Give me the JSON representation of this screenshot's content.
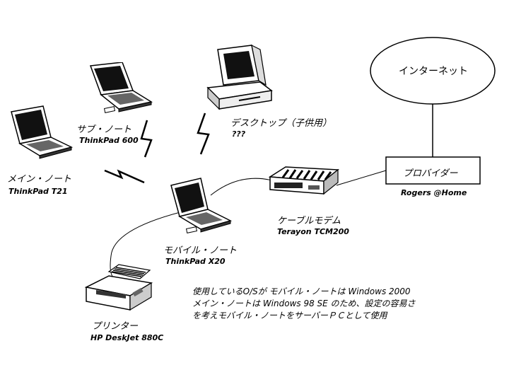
{
  "nodes": {
    "internet": {
      "label": "インターネット"
    },
    "provider": {
      "label": "プロバイダー",
      "sublabel": "Rogers @Home"
    },
    "desktop": {
      "label": "デスクトップ（子供用）",
      "sublabel": "???"
    },
    "sub_note": {
      "label": "サブ・ノート",
      "sublabel": "ThinkPad 600"
    },
    "main_note": {
      "label": "メイン・ノート",
      "sublabel": "ThinkPad T21"
    },
    "mobile_note": {
      "label": "モバイル・ノート",
      "sublabel": "ThinkPad X20"
    },
    "modem": {
      "label": "ケーブルモデム",
      "sublabel": "Terayon TCM200"
    },
    "printer": {
      "label": "プリンター",
      "sublabel": "HP DeskJet 880C"
    }
  },
  "note": {
    "lines": [
      "使用しているO/Sが モバイル・ノートは Windows 2000",
      "メイン・ノートは Windows 98 SE のため、設定の容易さ",
      "を考えモバイル・ノートをサーバーＰＣとして使用"
    ]
  },
  "icons": [
    "laptop-icon",
    "desktop-computer-icon",
    "cable-modem-icon",
    "printer-icon",
    "wireless-link-icon"
  ]
}
